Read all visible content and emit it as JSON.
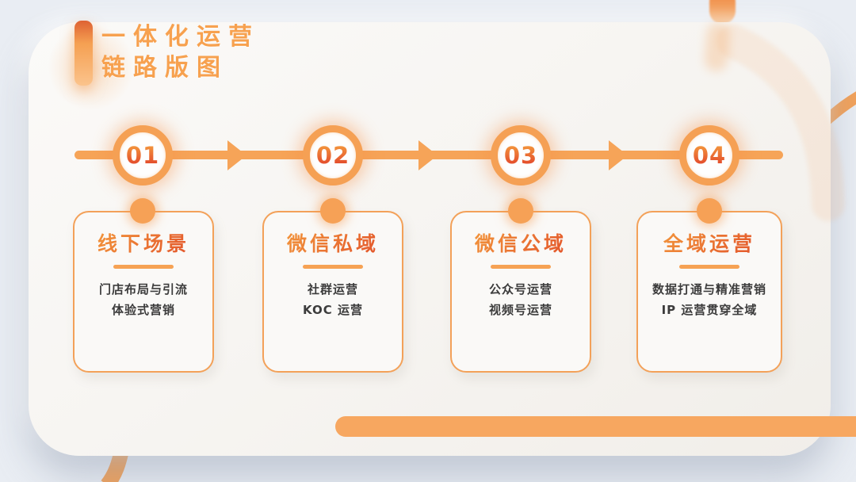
{
  "slide": {
    "title_line1": "一体化运营",
    "title_line2": "链路版图"
  },
  "steps": [
    {
      "number": "01",
      "title": "线下场景",
      "item1": "门店布局与引流",
      "item2": "体验式营销"
    },
    {
      "number": "02",
      "title": "微信私域",
      "item1": "社群运营",
      "item2": "KOC 运营"
    },
    {
      "number": "03",
      "title": "微信公域",
      "item1": "公众号运营",
      "item2": "视频号运营"
    },
    {
      "number": "04",
      "title": "全域运营",
      "item1": "数据打通与精准营销",
      "item2": "IP 运营贯穿全域"
    }
  ],
  "colors": {
    "accent_orange": "#F6A156",
    "accent_red_orange": "#E2492B",
    "page_background": "#E9EDF3",
    "panel_background": "#F7F5F2",
    "body_text": "#3C3C3C"
  }
}
